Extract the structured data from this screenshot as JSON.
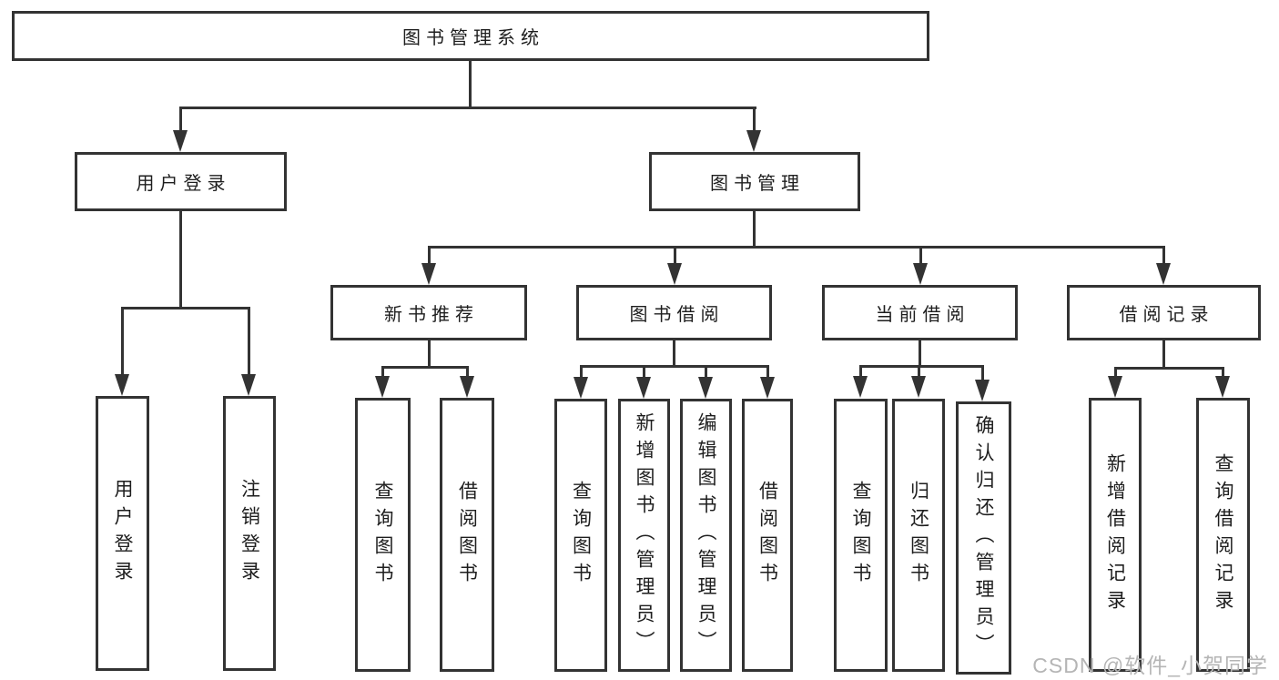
{
  "tree": {
    "root": {
      "label": "图书管理系统"
    },
    "branches": [
      {
        "label": "用户登录",
        "children": [
          {
            "label": "用户登录"
          },
          {
            "label": "注销登录"
          }
        ]
      },
      {
        "label": "图书管理",
        "children": [
          {
            "label": "新书推荐",
            "children": [
              {
                "label": "查询图书"
              },
              {
                "label": "借阅图书"
              }
            ]
          },
          {
            "label": "图书借阅",
            "children": [
              {
                "label": "查询图书"
              },
              {
                "label": "新增图书（管理员）"
              },
              {
                "label": "编辑图书（管理员）"
              },
              {
                "label": "借阅图书"
              }
            ]
          },
          {
            "label": "当前借阅",
            "children": [
              {
                "label": "查询图书"
              },
              {
                "label": "归还图书"
              },
              {
                "label": "确认归还（管理员）"
              }
            ]
          },
          {
            "label": "借阅记录",
            "children": [
              {
                "label": "新增借阅记录"
              },
              {
                "label": "查询借阅记录"
              }
            ]
          }
        ]
      }
    ]
  },
  "watermark": {
    "text": "CSDN @软件_小贺同学"
  },
  "colors": {
    "line": "#333333",
    "box_border": "#333333",
    "text": "#1e1e1e",
    "watermark": "#b5b5b5",
    "background": "#ffffff"
  }
}
